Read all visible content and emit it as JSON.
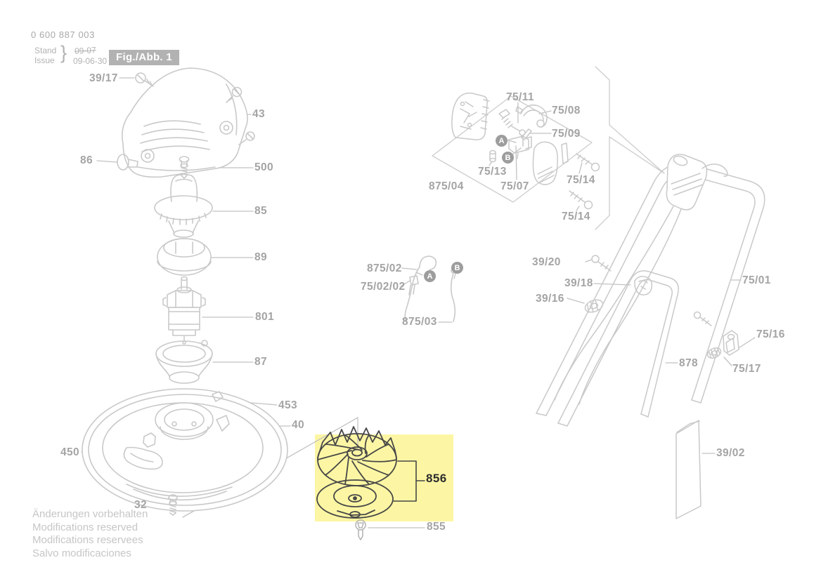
{
  "document": {
    "part_number": "0 600 887 003",
    "revision": {
      "stand_label": "Stand",
      "issue_label": "Issue",
      "brace": "}",
      "old_date": "09-07",
      "new_date": "09-06-30"
    },
    "figure_badge": "Fig./Abb. 1",
    "footer_lines": {
      "de": "Änderungen vorbehalten",
      "en": "Modifications reserved",
      "fr": "Modifications reservees",
      "es": "Salvo modificaciones"
    }
  },
  "markers": {
    "a": "A",
    "b": "B"
  },
  "callouts": {
    "c39_17": "39/17",
    "c43": "43",
    "c86": "86",
    "c500": "500",
    "c85": "85",
    "c89": "89",
    "c801": "801",
    "c87": "87",
    "c453": "453",
    "c40": "40",
    "c450": "450",
    "c32": "32",
    "c875_04": "875/04",
    "c75_11": "75/11",
    "c75_08": "75/08",
    "c75_09": "75/09",
    "c75_13": "75/13",
    "c75_07": "75/07",
    "c75_14": "75/14",
    "c875_02": "875/02",
    "c75_02_02": "75/02/02",
    "c875_03": "875/03",
    "c39_20": "39/20",
    "c39_18": "39/18",
    "c39_16": "39/16",
    "c75_01": "75/01",
    "c75_16": "75/16",
    "c878": "878",
    "c75_17": "75/17",
    "c39_02": "39/02",
    "c856": "856",
    "c855": "855"
  },
  "colors": {
    "line_art": "#c9c9c9",
    "leader": "#c2c2c2",
    "label_text": "#a4a4a4",
    "highlight_bg": "#fcf6a4",
    "highlight_stroke": "#474747",
    "badge_bg": "#b2b2b2",
    "badge_text": "#ffffff",
    "marker_bg": "#9d9d9d"
  }
}
